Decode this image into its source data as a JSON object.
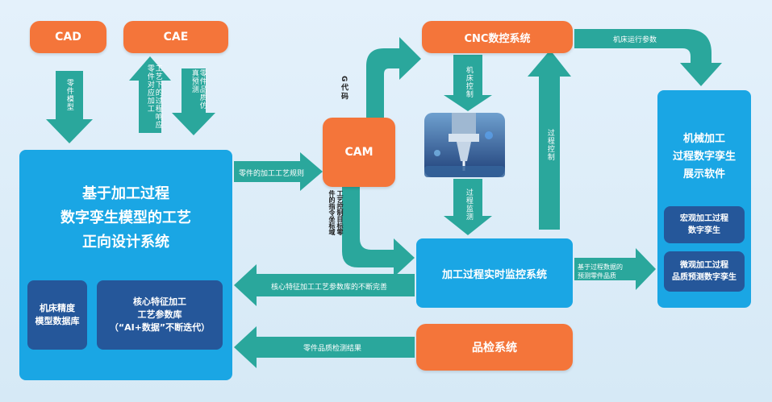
{
  "boxes": {
    "cad": "CAD",
    "cae": "CAE",
    "cam": "CAM",
    "cnc": "CNC数控系统",
    "main_system": "基于加工过程\n数字孪生模型的工艺\n正向设计系统",
    "machine_db": "机床精度\n模型数据库",
    "core_db": "核心特征加工\n工艺参数库\n（“AI+数据”不断迭代）",
    "monitor": "加工过程实时监控系统",
    "qc": "品检系统",
    "display": "机械加工\n过程数字孪生\n展示软件",
    "macro": "宏观加工过程\n数字孪生",
    "micro": "微观加工过程\n品质预测数字孪生"
  },
  "arrows": {
    "cad_down": "零件模型",
    "cae_up": "工艺下的过程响应零件对应加工",
    "cae_down": "零件品质仿真预测",
    "g_code": "G代码",
    "to_cam": "零件的加工工艺规则",
    "cam_down": "工艺控制目标零件的指令坐标域",
    "cnc_to_display": "机床运行参数",
    "machine_control": "机床控制",
    "process_monitor": "过程监测",
    "process_control": "过程控制",
    "monitor_to_display": "基于过程数据的\n预测零件品质",
    "feedback_core": "核心特征加工工艺参数库的不断完善",
    "feedback_qc": "零件品质检测结果"
  },
  "colors": {
    "orange": "#f4753a",
    "blue": "#1aa6e4",
    "navy": "#25579a",
    "arrow": "#2aa79c"
  },
  "image_description": "CNC machining center spindle photo"
}
